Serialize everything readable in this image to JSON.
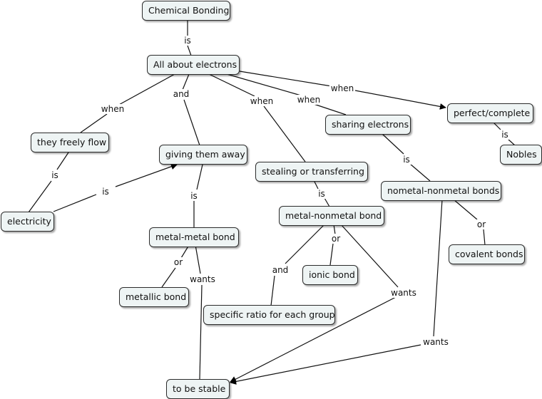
{
  "nodes": {
    "chemical_bonding": "Chemical Bonding",
    "all_about_electrons": "All about electrons",
    "they_freely_flow": "they freely flow",
    "giving_them_away": "giving them away",
    "stealing_or_transferring": "stealing or transferring",
    "sharing_electrons": "sharing electrons",
    "perfect_complete": "perfect/complete",
    "nobles": "Nobles",
    "nometal_nonmetal_bonds": "nometal-nonmetal bonds",
    "electricity": "electricity",
    "metal_metal_bond": "metal-metal bond",
    "metal_nonmetal_bond": "metal-nonmetal bond",
    "ionic_bond": "ionic bond",
    "covalent_bonds": "covalent bonds",
    "metallic_bond": "metallic bond",
    "specific_ratio": "specific ratio for each group",
    "to_be_stable": "to be stable"
  },
  "links": {
    "is_1": "is",
    "when_1": "when",
    "and_1": "and",
    "when_2": "when",
    "when_3": "when",
    "when_4": "when",
    "is_2": "is",
    "is_3": "is",
    "is_4": "is",
    "is_5": "is",
    "is_6": "is",
    "is_7": "is",
    "or_1": "or",
    "wants_1": "wants",
    "or_2": "or",
    "and_2": "and",
    "wants_2": "wants",
    "or_3": "or",
    "wants_3": "wants"
  }
}
